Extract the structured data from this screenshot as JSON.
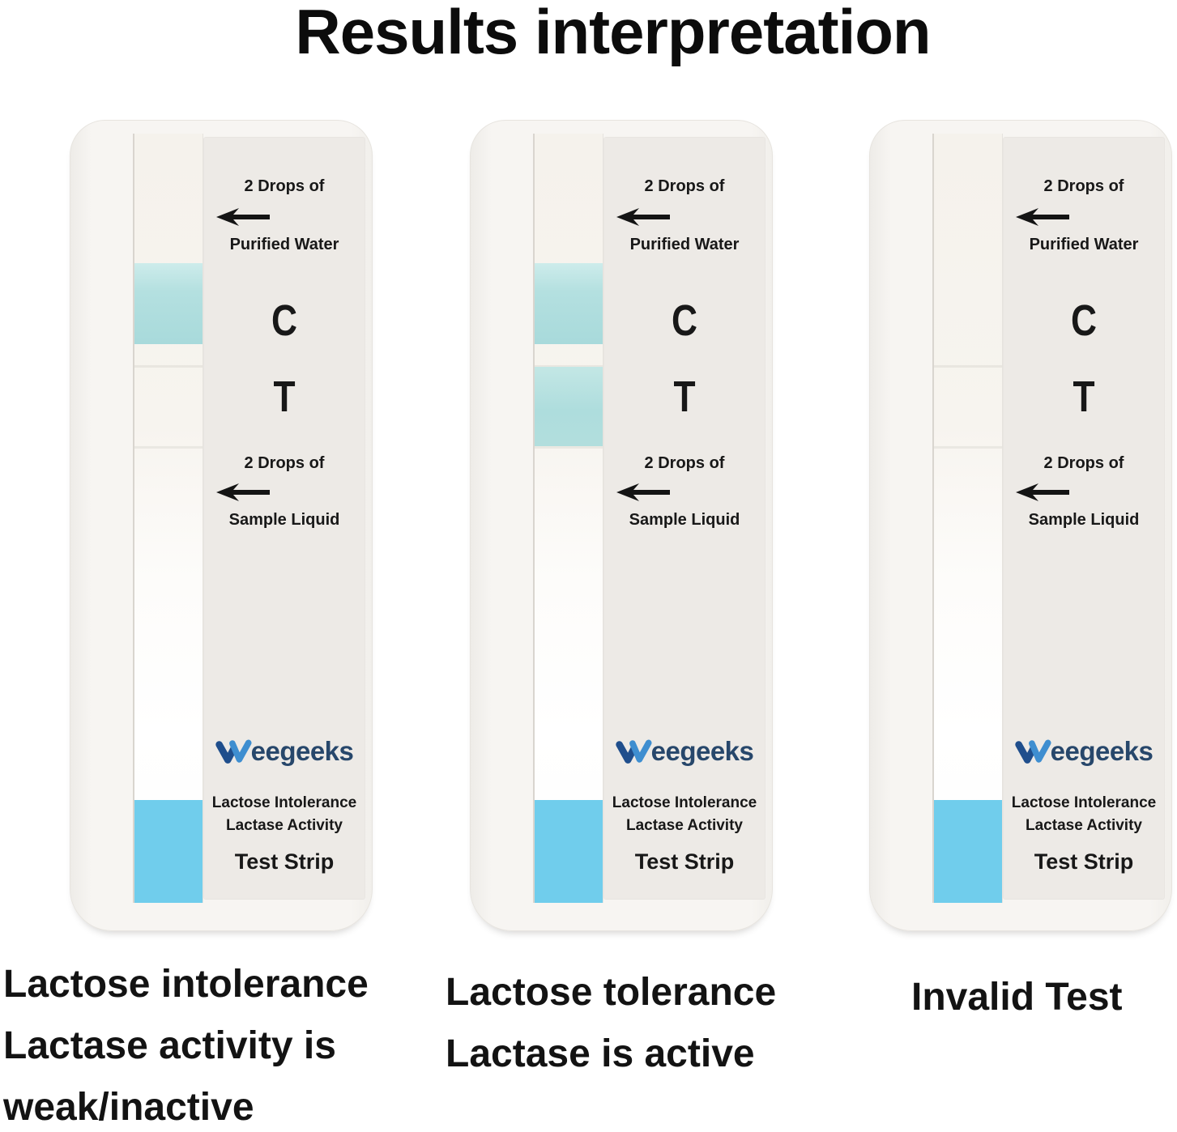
{
  "title": "Results interpretation",
  "cassette_labels": {
    "drops_prefix": "2 Drops of",
    "water": "Purified Water",
    "control_marker": "C",
    "test_marker": "T",
    "sample": "Sample Liquid",
    "brand": "Weegeeks",
    "brand_tail": "eegeeks",
    "product_line1": "Lactose Intolerance",
    "product_line2": "Lactase Activity",
    "product_line3": "Test Strip"
  },
  "results": [
    {
      "name": "lactose-intolerance",
      "bands": {
        "control": true,
        "test": false
      },
      "caption_lines": [
        "Lactose intolerance",
        "Lactase activity is",
        "weak/inactive"
      ]
    },
    {
      "name": "lactose-tolerance",
      "bands": {
        "control": true,
        "test": true
      },
      "caption_lines": [
        "Lactose tolerance",
        "Lactase is active"
      ]
    },
    {
      "name": "invalid-test",
      "bands": {
        "control": false,
        "test": false
      },
      "caption_lines": [
        "Invalid Test"
      ]
    }
  ],
  "colors": {
    "band_teal": "#aedddd",
    "sample_pad_blue": "#70cdec",
    "brand_blue_dark": "#1f4e8c",
    "brand_blue_light": "#3e8ed0",
    "brand_text_navy": "#27476b",
    "text_black": "#111111"
  }
}
